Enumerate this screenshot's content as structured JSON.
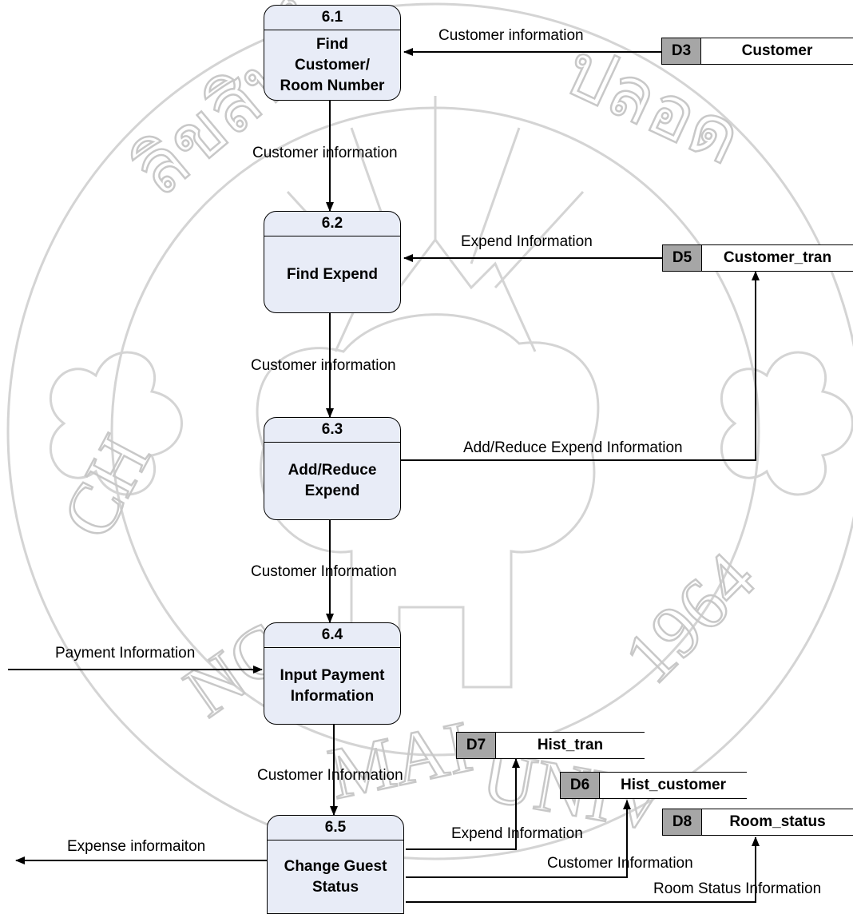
{
  "diagram": {
    "processes": [
      {
        "id": "6.1",
        "label": "Find\nCustomer/\nRoom Number"
      },
      {
        "id": "6.2",
        "label": "Find Expend"
      },
      {
        "id": "6.3",
        "label": "Add/Reduce\nExpend"
      },
      {
        "id": "6.4",
        "label": "Input Payment\nInformation"
      },
      {
        "id": "6.5",
        "label": "Change Guest\nStatus"
      }
    ],
    "stores": [
      {
        "id": "D3",
        "name": "Customer"
      },
      {
        "id": "D5",
        "name": "Customer_tran"
      },
      {
        "id": "D7",
        "name": "Hist_tran"
      },
      {
        "id": "D6",
        "name": "Hist_customer"
      },
      {
        "id": "D8",
        "name": "Room_status"
      }
    ],
    "flows": [
      {
        "label": "Customer information"
      },
      {
        "label": "Customer information"
      },
      {
        "label": "Expend Information"
      },
      {
        "label": "Customer information"
      },
      {
        "label": "Add/Reduce Expend Information"
      },
      {
        "label": "Customer Information"
      },
      {
        "label": "Payment Information"
      },
      {
        "label": "Customer Information"
      },
      {
        "label": "Expend Information"
      },
      {
        "label": "Customer Information"
      },
      {
        "label": "Room Status Information"
      },
      {
        "label": "Expense informaiton"
      }
    ],
    "watermark": {
      "text_top": "ลิขสิทธิ์มหาวิทยาลัยเชียงใหม่",
      "text_bottom": "CHIANG MAI UNIVERSITY",
      "year": "1964"
    }
  }
}
